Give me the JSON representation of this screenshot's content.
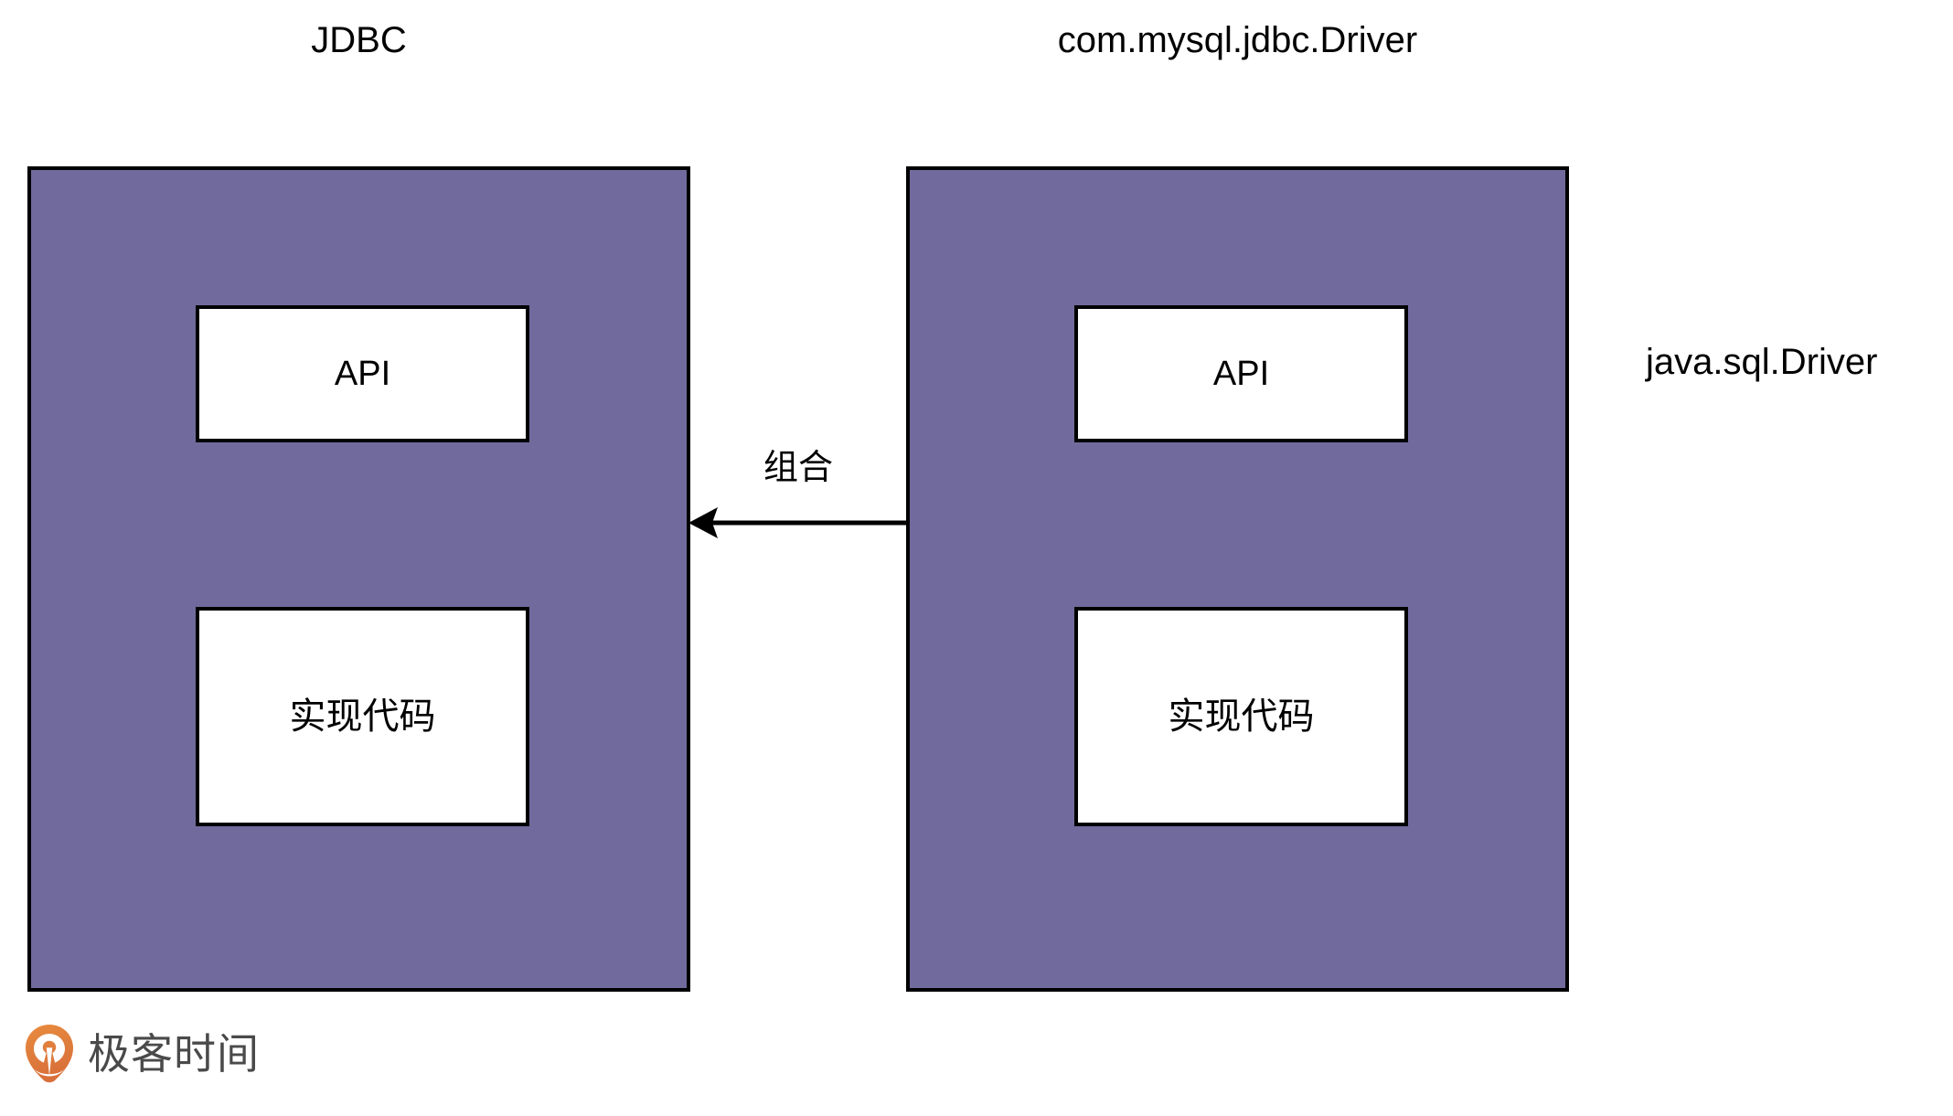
{
  "diagram": {
    "type": "composition-relationship",
    "background_color": "#ffffff",
    "panel_fill_color": "#716B9D",
    "stroke_color": "#000000",
    "columns": [
      {
        "title": "JDBC",
        "boxes": [
          {
            "label": "API"
          },
          {
            "label": "实现代码"
          }
        ]
      },
      {
        "title": "com.mysql.jdbc.Driver",
        "boxes": [
          {
            "label": "API"
          },
          {
            "label": "实现代码"
          }
        ]
      }
    ],
    "arrow": {
      "label": "组合",
      "direction": "right-to-left",
      "from": "com.mysql.jdbc.Driver",
      "to": "JDBC"
    },
    "annotations": [
      {
        "text": "java.sql.Driver"
      }
    ]
  },
  "brand": {
    "name": "极客时间",
    "mark_color": "#E8833A",
    "text_color": "#4a4a4a"
  }
}
